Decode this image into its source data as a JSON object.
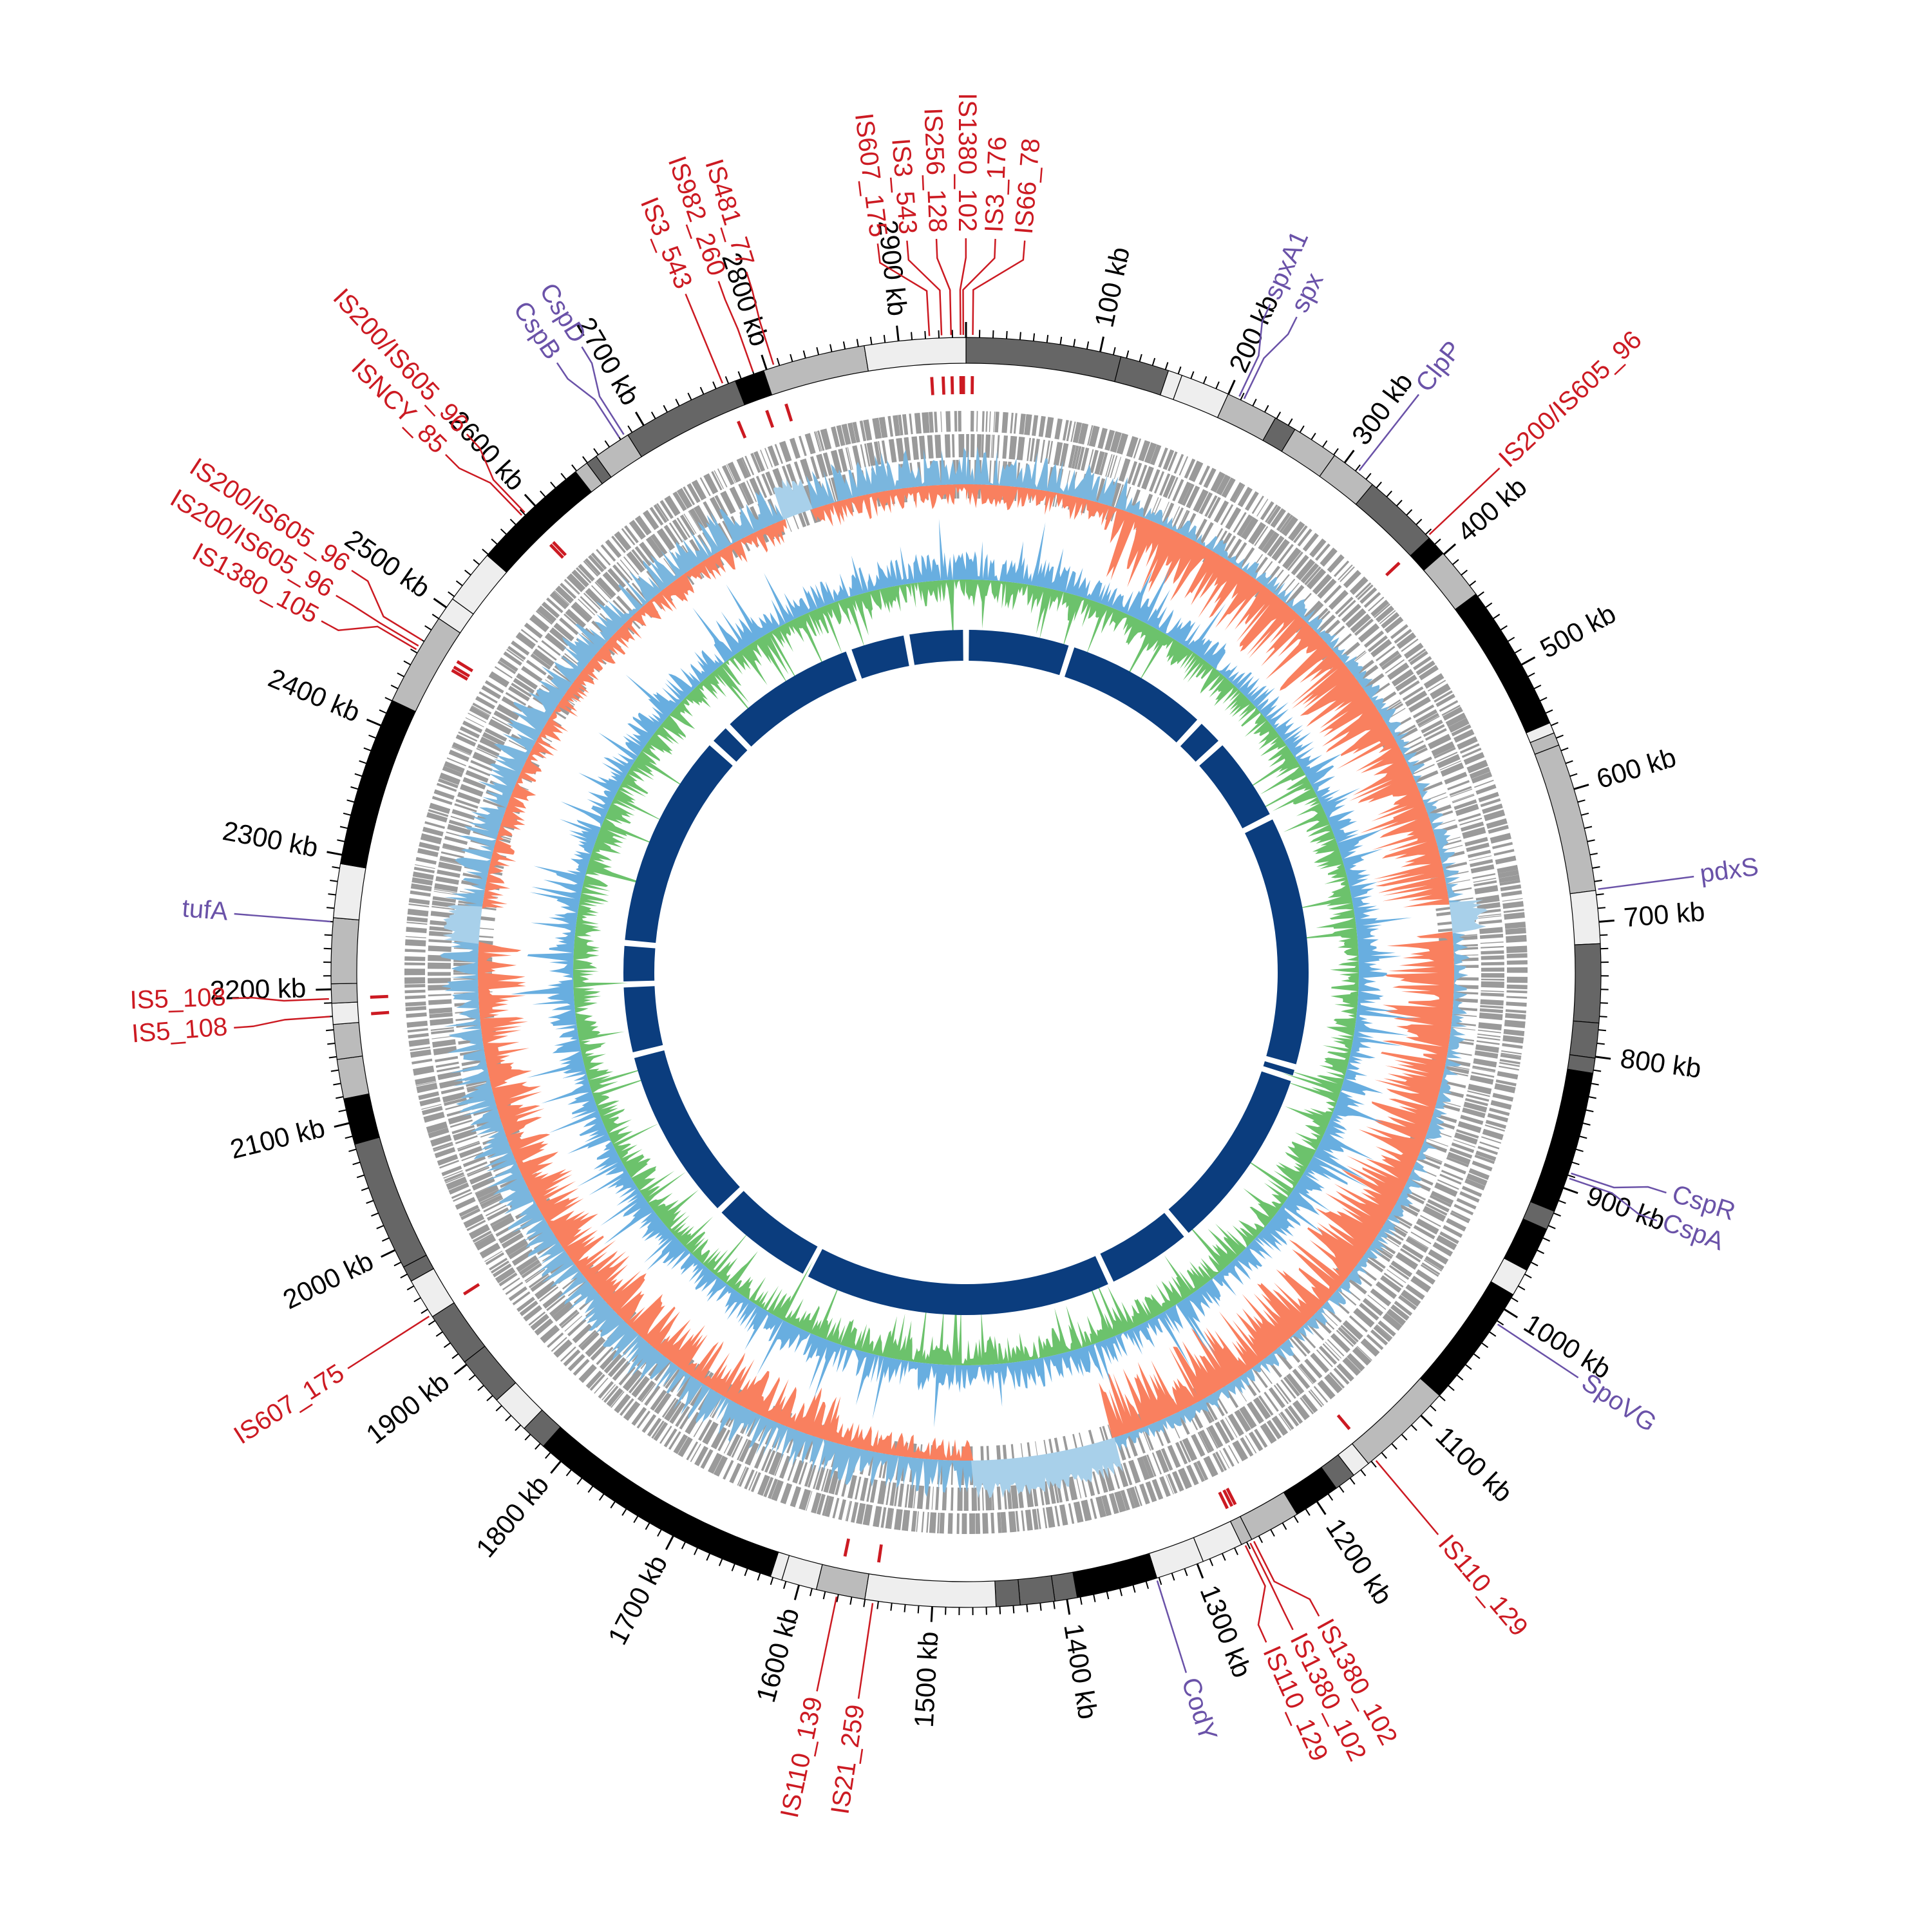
{
  "genome": {
    "length_kb": 2950
  },
  "ticks": {
    "major_kb": 100,
    "minor_kb": 10,
    "labels": [
      "100 kb",
      "200 kb",
      "300 kb",
      "400 kb",
      "500 kb",
      "600 kb",
      "700 kb",
      "800 kb",
      "900 kb",
      "1000 kb",
      "1100 kb",
      "1200 kb",
      "1300 kb",
      "1400 kb",
      "1500 kb",
      "1600 kb",
      "1700 kb",
      "1800 kb",
      "1900 kb",
      "2000 kb",
      "2100 kb",
      "2200 kb",
      "2300 kb",
      "2400 kb",
      "2500 kb",
      "2600 kb",
      "2700 kb",
      "2800 kb",
      "2900 kb"
    ]
  },
  "features": {
    "is_elements": [
      {
        "name": "IS66_78",
        "kb": 5
      },
      {
        "name": "IS200/IS605_96",
        "kb": 382
      },
      {
        "name": "IS110_129",
        "kb": 1147
      },
      {
        "name": "IS1380_102",
        "kb": 1255
      },
      {
        "name": "IS1380_102",
        "kb": 1258
      },
      {
        "name": "IS110_129",
        "kb": 1262
      },
      {
        "name": "IS21_259",
        "kb": 1544
      },
      {
        "name": "IS110_139",
        "kb": 1571
      },
      {
        "name": "IS607_175",
        "kb": 1945
      },
      {
        "name": "IS5_108",
        "kb": 2180
      },
      {
        "name": "IS5_108",
        "kb": 2193
      },
      {
        "name": "IS1380_105",
        "kb": 2462
      },
      {
        "name": "IS200/IS605_96",
        "kb": 2465
      },
      {
        "name": "IS200/IS605_96",
        "kb": 2470
      },
      {
        "name": "ISNCY_85",
        "kb": 2588
      },
      {
        "name": "IS200/IS605_96",
        "kb": 2591
      },
      {
        "name": "IS3_543",
        "kb": 2766
      },
      {
        "name": "IS982_260",
        "kb": 2790
      },
      {
        "name": "IS481_77",
        "kb": 2806
      },
      {
        "name": "IS607_175",
        "kb": 2923
      },
      {
        "name": "IS3_543",
        "kb": 2932
      },
      {
        "name": "IS256_128",
        "kb": 2939
      },
      {
        "name": "IS1380_102",
        "kb": 2946
      },
      {
        "name": "IS3_176",
        "kb": 2948
      }
    ],
    "genes": [
      {
        "name": "spxA1",
        "kb": 208
      },
      {
        "name": "spx",
        "kb": 212
      },
      {
        "name": "ClpP",
        "kb": 312
      },
      {
        "name": "pdxS",
        "kb": 676
      },
      {
        "name": "CspR",
        "kb": 888
      },
      {
        "name": "CspA",
        "kb": 892
      },
      {
        "name": "SpoVG",
        "kb": 1012
      },
      {
        "name": "CodY",
        "kb": 1332
      },
      {
        "name": "tufA",
        "kb": 2250
      },
      {
        "name": "CspB",
        "kb": 2680
      },
      {
        "name": "CspD",
        "kb": 2684
      }
    ]
  },
  "inner_ring_gaps_kb": [
    0,
    147,
    352,
    393,
    516,
    869,
    885,
    1147,
    1270,
    1704,
    1852,
    2098,
    2196,
    2253,
    2557,
    2589,
    2786,
    2868
  ],
  "colors": {
    "is_label": "#cc1a22",
    "gene_label": "#6a52a8",
    "feature": "#9a9a9a",
    "skew_negative": "#f9805f",
    "skew_positive": "#7ab6de",
    "skew_pale": "#a8d0ea",
    "gc_low": "#6cc26c",
    "gc_high": "#68aee0",
    "inner_ring": "#0b3d7e"
  }
}
